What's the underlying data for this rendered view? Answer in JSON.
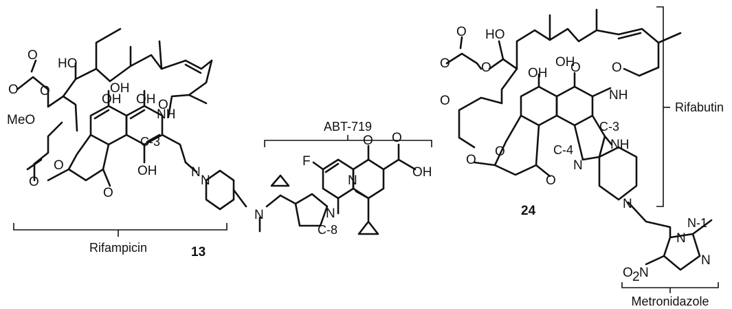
{
  "compounds": {
    "left": {
      "number": "13",
      "brackets": {
        "bottom": "Rifampicin",
        "top": "ABT-719"
      },
      "positions": {
        "c3": "C-3",
        "c8": "C-8"
      }
    },
    "right": {
      "number": "24",
      "brackets": {
        "side": "Rifabutin",
        "bottom": "Metronidazole"
      },
      "positions": {
        "c3": "C-3",
        "c4": "C-4",
        "n1": "N-1"
      }
    }
  },
  "atoms": {
    "OH": "OH",
    "HO": "HO",
    "O": "O",
    "N": "N",
    "NH": "NH",
    "MeO": "MeO",
    "F": "F",
    "OH_acid": "OH",
    "O2N_main": "O",
    "O2N_sub": "2",
    "O2N_tail": "N"
  }
}
